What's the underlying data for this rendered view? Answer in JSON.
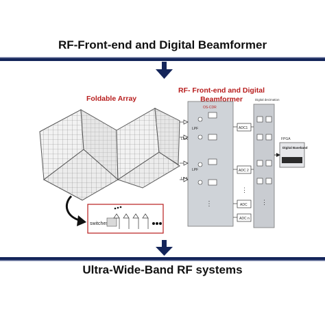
{
  "header": {
    "title": "RF-Front-end and Digital Beamformer"
  },
  "footer": {
    "title": "Ultra-Wide-Band RF systems"
  },
  "array": {
    "label": "Foldable Array",
    "switches_label": "switches"
  },
  "rf_frontend": {
    "title": "RF- Front-end and Digital Beamformer",
    "chip_label": "OS-CDR",
    "lna_label": "LNA",
    "lpf_label": "LPF",
    "adc1_label": "ADC1",
    "adc2_label": "ADC 2",
    "adc_label": "ADC",
    "adcn_label": "ADC n",
    "dots": "⋮"
  },
  "decimation": {
    "label": "Digital decimation"
  },
  "fpga": {
    "label": "FPGA",
    "baseband_label": "Digital Baseband"
  },
  "colors": {
    "band": "#14255a",
    "accent_red": "#b71c1c",
    "chip_gray": "#cfd3d8"
  }
}
